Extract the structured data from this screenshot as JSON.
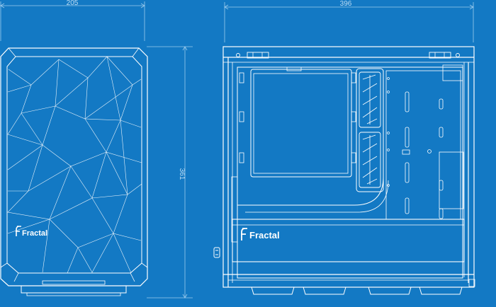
{
  "colors": {
    "background": "#1379c4",
    "line": "#ffffff",
    "dimension_line": "#9ccbed",
    "dimension_text": "#bcdcf3"
  },
  "dimensions": {
    "front_width": "205",
    "side_length": "396",
    "height": "361"
  },
  "branding": {
    "front_logo_text": "Fractal",
    "side_logo_text": "Fractal"
  },
  "icons": {
    "brand_mark": "fractal-f-logo-icon",
    "fan": "fan-icon",
    "power_button": "power-button-icon"
  }
}
